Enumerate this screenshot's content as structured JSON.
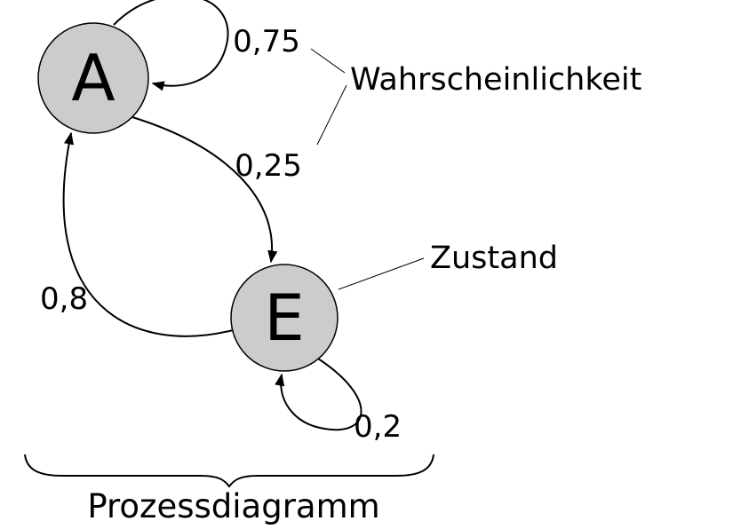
{
  "diagram": {
    "states": [
      {
        "id": "A",
        "label": "A"
      },
      {
        "id": "E",
        "label": "E"
      }
    ],
    "transitions": [
      {
        "from": "A",
        "to": "A",
        "label": "0,75"
      },
      {
        "from": "A",
        "to": "E",
        "label": "0,25"
      },
      {
        "from": "E",
        "to": "A",
        "label": "0,8"
      },
      {
        "from": "E",
        "to": "E",
        "label": "0,2"
      }
    ],
    "annotations": {
      "probability": "Wahrscheinlichkeit",
      "state": "Zustand",
      "caption": "Prozessdiagramm"
    },
    "colors": {
      "state_fill": "#cccccc",
      "stroke": "#000000"
    }
  }
}
